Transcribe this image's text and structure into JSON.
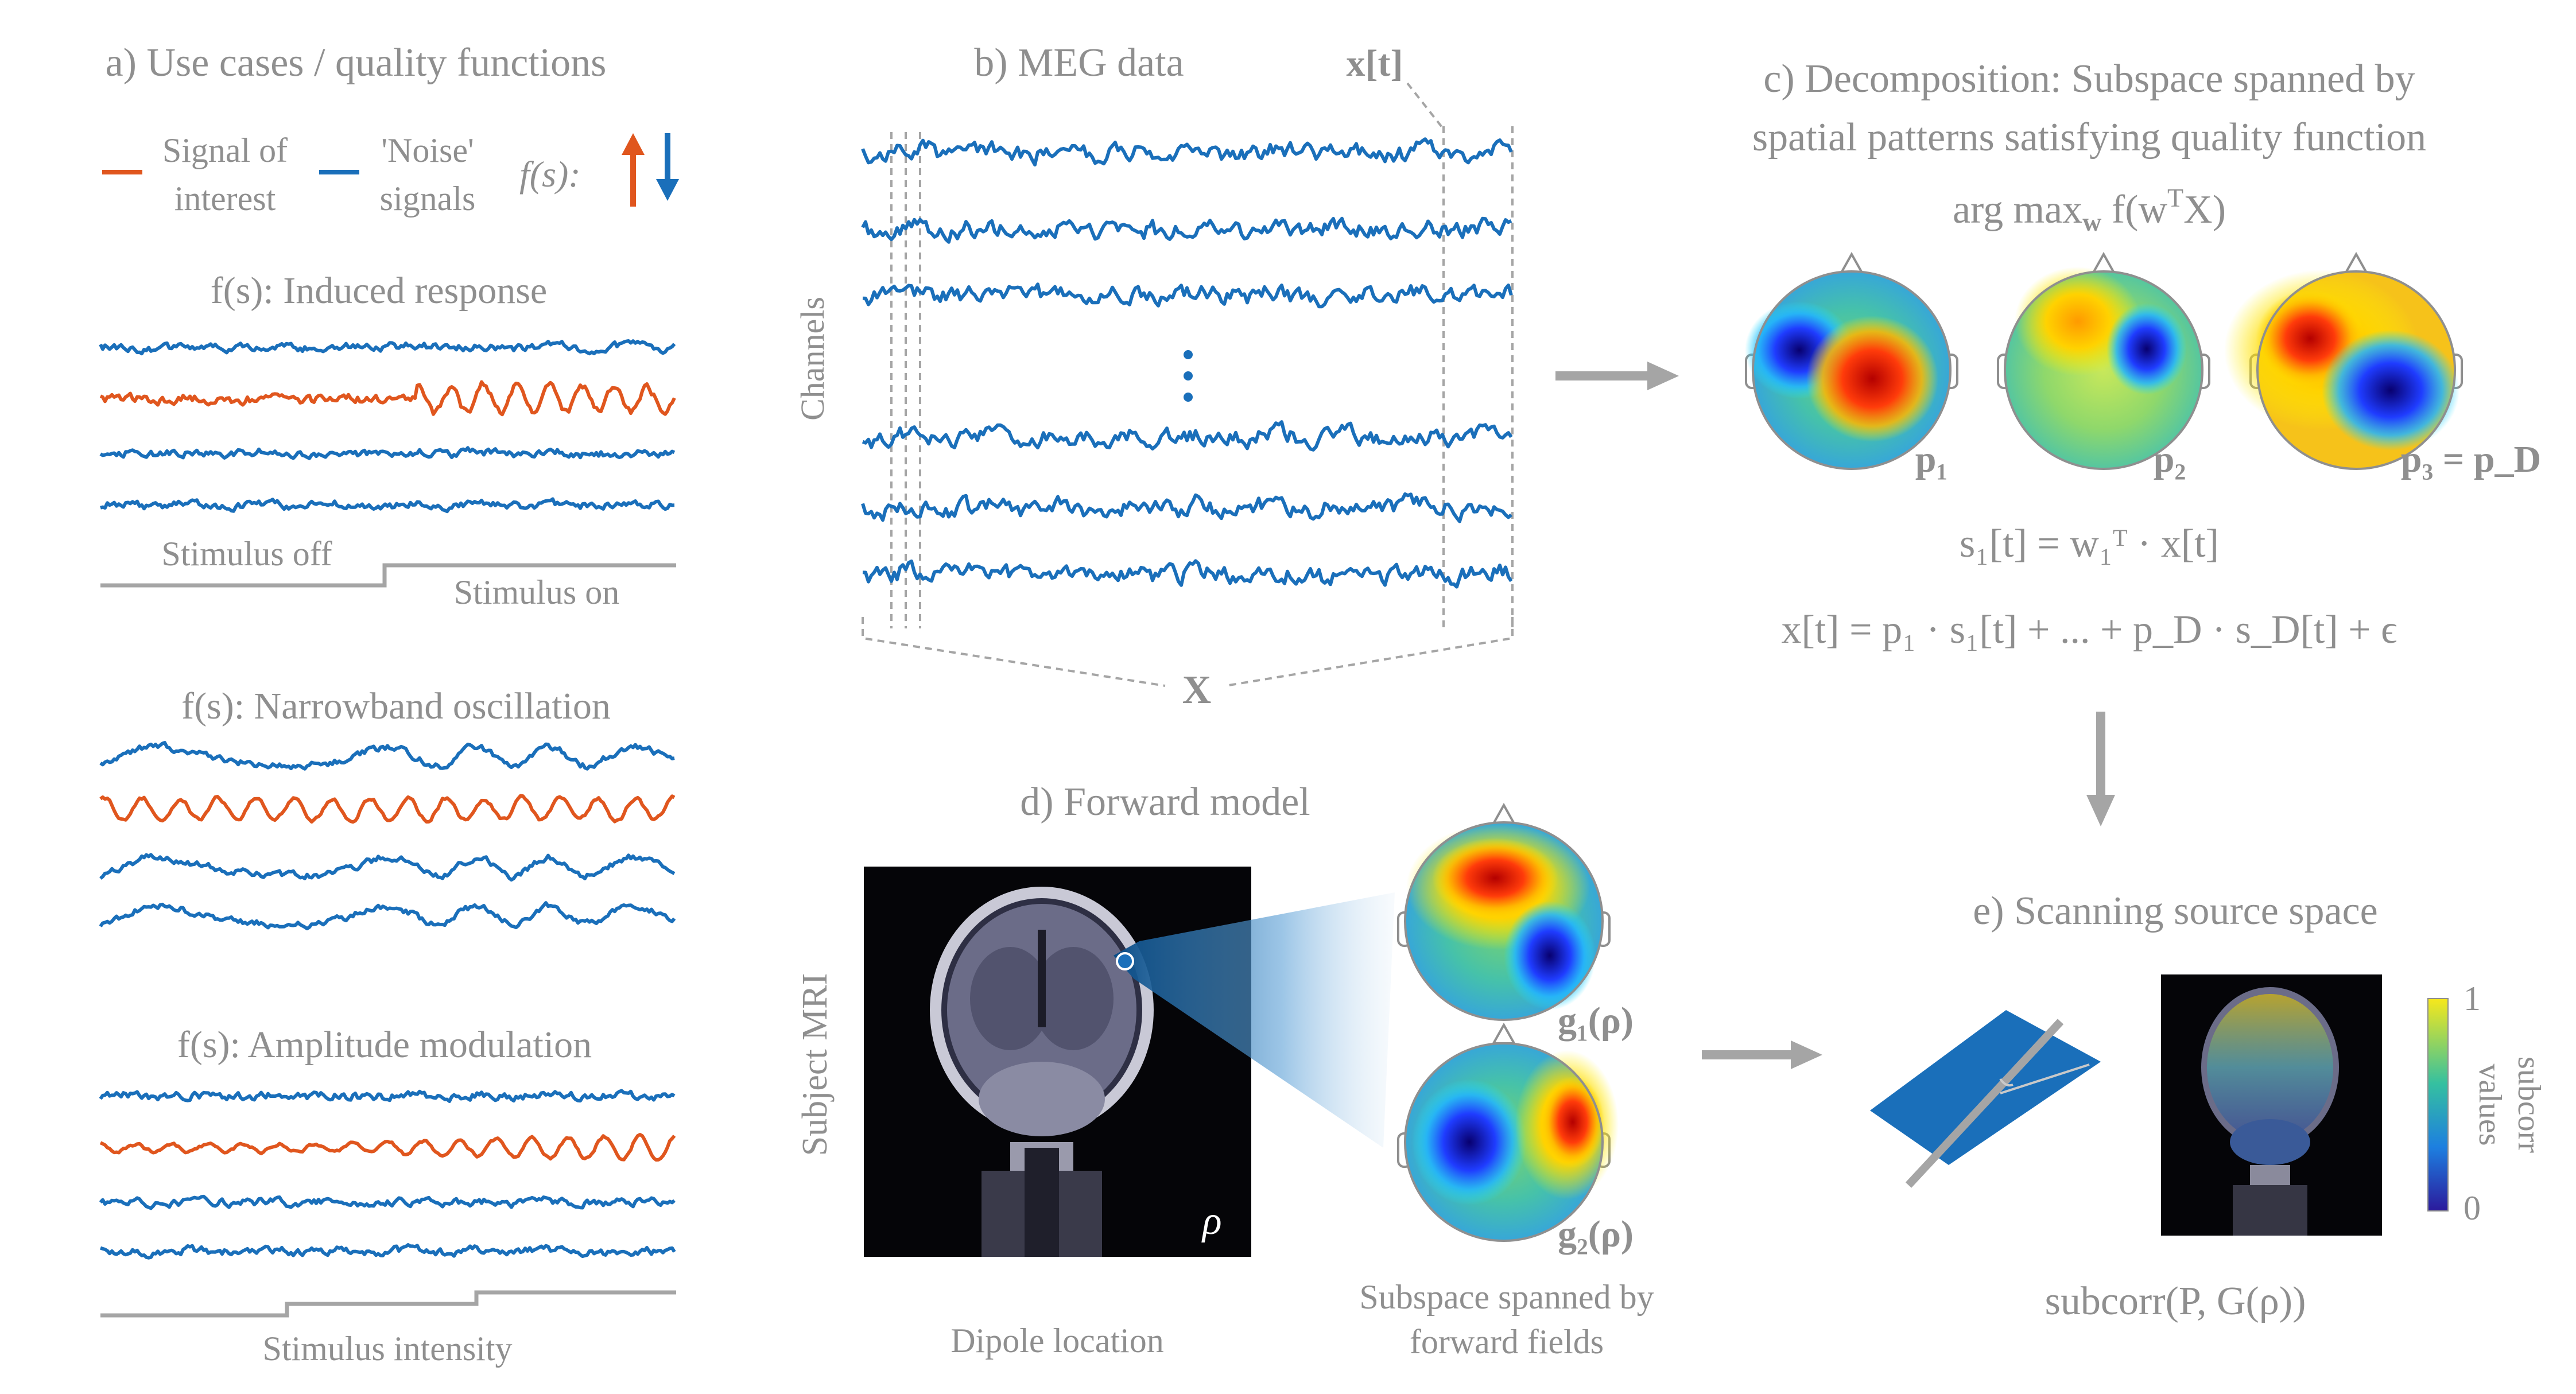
{
  "panel_a": {
    "title": "a) Use cases / quality functions",
    "legend": {
      "signal_line1": "Signal of",
      "signal_line2": "interest",
      "noise_line1": "'Noise'",
      "noise_line2": "signals",
      "fs_label": "f(s):"
    },
    "colors": {
      "signal": "#e0561e",
      "noise": "#1a6fba"
    },
    "use_cases": [
      {
        "title": "f(s):  Induced response",
        "step_left": "Stimulus off",
        "step_right": "Stimulus on"
      },
      {
        "title": "f(s):  Narrowband oscillation"
      },
      {
        "title": "f(s):  Amplitude modulation",
        "step_bottom": "Stimulus intensity"
      }
    ]
  },
  "panel_b": {
    "title": "b) MEG data",
    "x_t": "x[t]",
    "channels_label": "Channels",
    "matrix_label": "X"
  },
  "panel_c": {
    "title_line1": "c) Decomposition: Subspace spanned by",
    "title_line2": "spatial patterns satisfying quality function",
    "objective": "arg max",
    "objective_sub": "w",
    "objective_rest": " f(w",
    "objective_sup": "T",
    "objective_end": "X)",
    "patterns": [
      "p₁",
      "p₂",
      "p₃ = p_D"
    ],
    "eq1": "s₁[t] = w₁ᵀ · x[t]",
    "eq2": "x[t] = p₁ · s₁[t] + ... + p_D · s_D[t] + ϵ"
  },
  "panel_d": {
    "title": "d) Forward model",
    "mri_label": "Subject MRI",
    "rho": "ρ",
    "fields": [
      "g₁(ρ)",
      "g₂(ρ)"
    ],
    "dipole_caption": "Dipole location",
    "subspace_caption_line1": "Subspace spanned by",
    "subspace_caption_line2": "forward fields"
  },
  "panel_e": {
    "title": "e) Scanning source space",
    "colorbar_max": "1",
    "colorbar_min": "0",
    "colorbar_label_line1": "subcorr",
    "colorbar_label_line2": "values",
    "formula": "subcorr(P, G(ρ))"
  }
}
